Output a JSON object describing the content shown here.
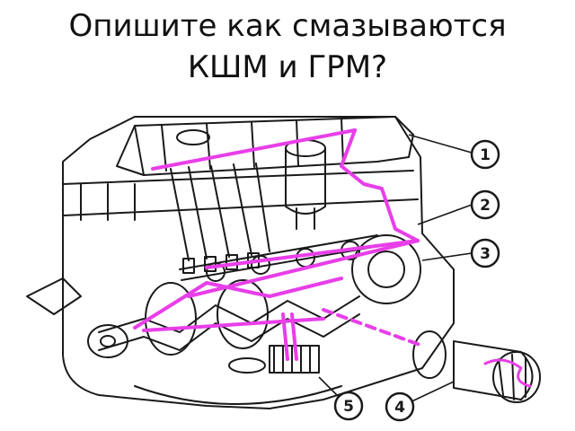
{
  "title": {
    "line1": "Опишите как смазываются",
    "line2": "КШМ и ГРМ?"
  },
  "callouts": [
    "1",
    "2",
    "3",
    "4",
    "5"
  ],
  "colors": {
    "oil_path": "#e83ee8",
    "line_art": "#1a1a1a",
    "background": "#ffffff"
  }
}
